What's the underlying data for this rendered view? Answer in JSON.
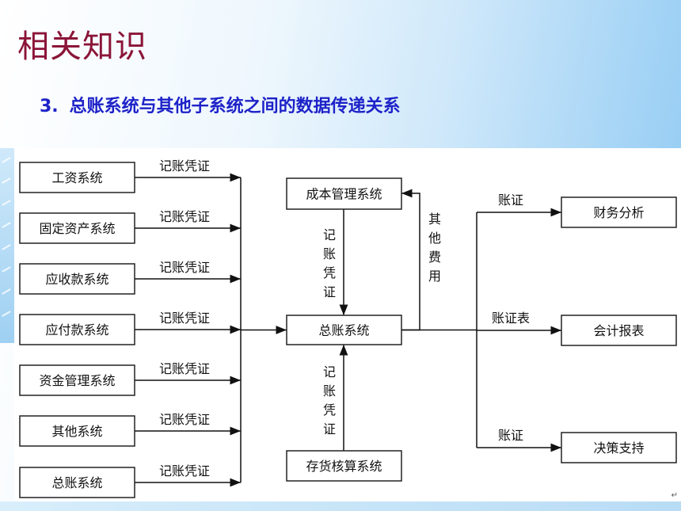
{
  "header": {
    "title": "相关知识",
    "subtitle_num": "3.",
    "subtitle_text": "总账系统与其他子系统之间的数据传递关系"
  },
  "diagram": {
    "left_systems": [
      "工资系统",
      "固定资产系统",
      "应收款系统",
      "应付款系统",
      "资金管理系统",
      "其他系统",
      "总账系统"
    ],
    "left_edge_label": "记账凭证",
    "cost_system": "成本管理系统",
    "ledger": "总账系统",
    "inventory_system": "存货核算系统",
    "cost_to_ledger_label": [
      "记",
      "账",
      "凭",
      "证"
    ],
    "ledger_to_cost_label": [
      "其",
      "他",
      "费",
      "用"
    ],
    "inventory_to_ledger_label": [
      "记",
      "账",
      "凭",
      "证"
    ],
    "outputs": [
      {
        "name": "财务分析",
        "edge_label": "账证"
      },
      {
        "name": "会计报表",
        "edge_label": "账证表"
      },
      {
        "name": "决策支持",
        "edge_label": "账证"
      }
    ]
  },
  "footer": {
    "mark": "↵"
  }
}
